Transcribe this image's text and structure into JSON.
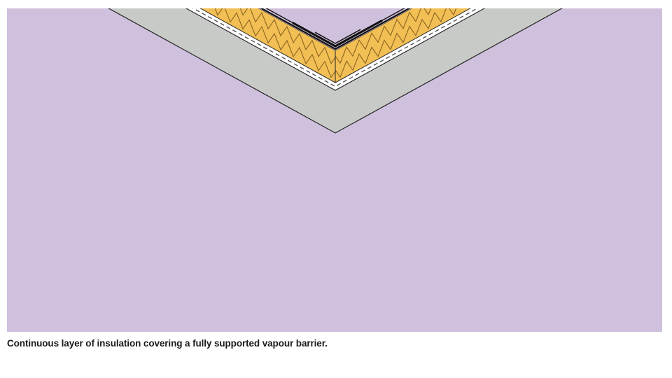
{
  "caption": "Continuous layer of insulation covering a fully supported vapour barrier.",
  "colors": {
    "background": "#cfc0dd",
    "insulation": "#f2bf55",
    "insulation_pattern": "#8a6420",
    "deck": "#c8cac8",
    "outline": "#222222",
    "membrane": "#111111"
  },
  "diagram": {
    "subject": "pitched-roof-ridge-section",
    "layers": [
      "roof-covering",
      "insulation",
      "vapour-barrier",
      "roof-deck"
    ]
  }
}
